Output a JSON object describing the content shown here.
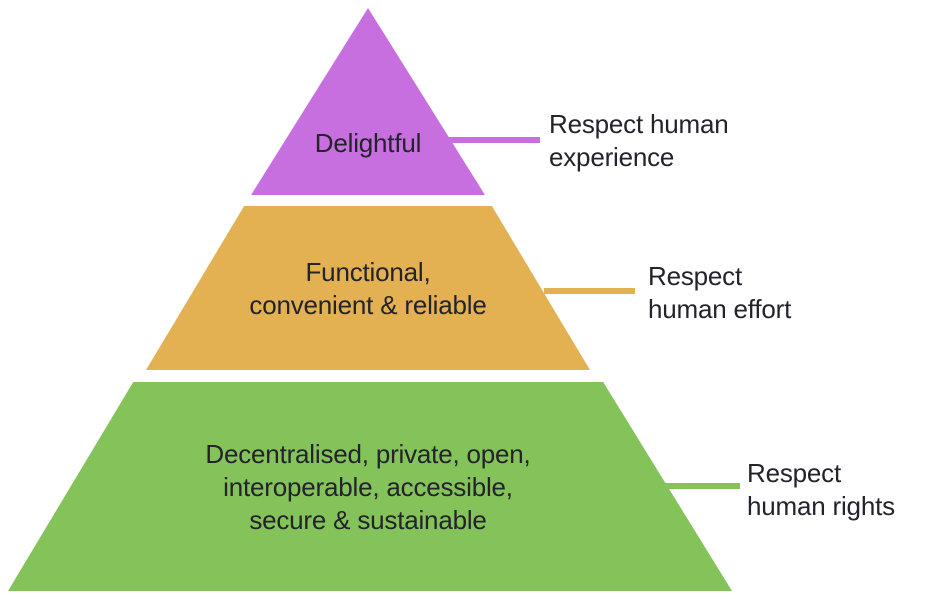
{
  "diagram": {
    "type": "pyramid",
    "background": "#ffffff",
    "text_color": "#24222b",
    "tiers": [
      {
        "label": "Delightful",
        "annotation": "Respect human\nexperience",
        "color": "#c76fdf"
      },
      {
        "label": "Functional,\nconvenient & reliable",
        "annotation": "Respect\nhuman effort",
        "color": "#e3b152"
      },
      {
        "label": "Decentralised, private, open,\ninteroperable, accessible,\nsecure & sustainable",
        "annotation": "Respect\nhuman rights",
        "color": "#84c25a"
      }
    ]
  }
}
